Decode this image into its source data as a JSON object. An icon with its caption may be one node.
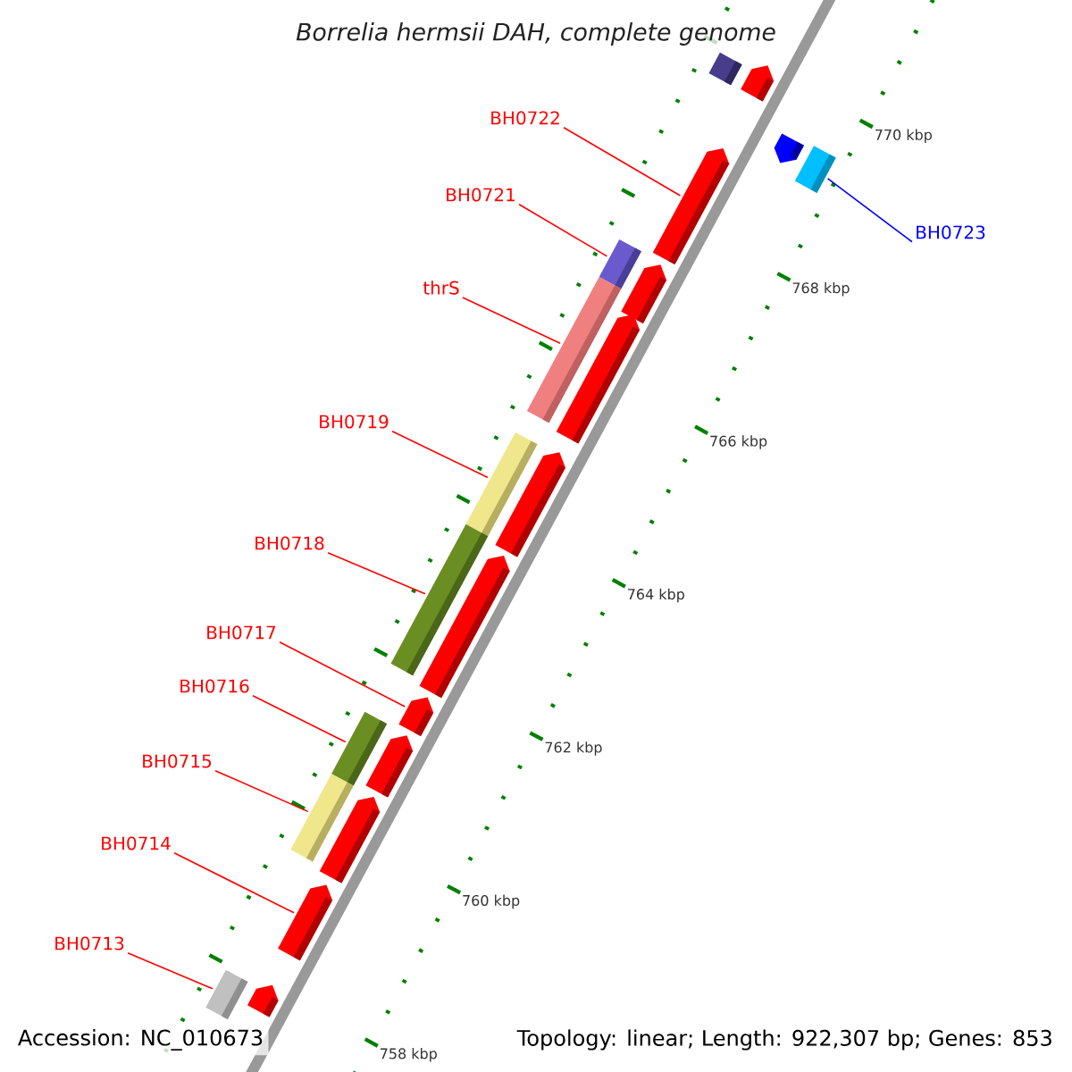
{
  "diagram": {
    "title": "Borrelia hermsii DAH, complete genome",
    "nodes": [
      {
        "text": [
          "BH0722"
        ]
      },
      {
        "text": [
          "BH0721"
        ]
      },
      {
        "text": [
          "BH0723"
        ]
      },
      {
        "text": [
          "thrS"
        ]
      },
      {
        "text": [
          "BH0719"
        ]
      },
      {
        "text": [
          "BH0718"
        ]
      },
      {
        "text": [
          "BH0717"
        ]
      },
      {
        "text": [
          "BH0716"
        ]
      },
      {
        "text": [
          "BH0715"
        ]
      },
      {
        "text": [
          "BH0714"
        ]
      },
      {
        "text": [
          "BH0713"
        ]
      },
      {
        "text": [],
        "shape": "pentagon"
      },
      {
        "text": [],
        "shape": "bar"
      },
      {
        "text": [],
        "shape": "pentagon"
      },
      {
        "text": [],
        "shape": "bar"
      },
      {
        "text": [],
        "shape": "pentagon"
      },
      {
        "text": [],
        "shape": "bar"
      },
      {
        "text": [],
        "shape": "pentagon"
      },
      {
        "text": [],
        "shape": "bar"
      },
      {
        "text": [],
        "shape": "pentagon"
      },
      {
        "text": [],
        "shape": "pentagon"
      },
      {
        "text": [],
        "shape": "bar"
      },
      {
        "text": [],
        "shape": "pentagon"
      },
      {
        "text": [],
        "shape": "bar"
      },
      {
        "text": [],
        "shape": "pentagon"
      },
      {
        "text": [],
        "shape": "bar"
      },
      {
        "text": [],
        "shape": "pentagon"
      },
      {
        "text": [],
        "shape": "bar"
      },
      {
        "text": [],
        "shape": "pentagon"
      },
      {
        "text": [],
        "shape": "pentagon"
      },
      {
        "text": [],
        "shape": "bar"
      },
      {
        "text": [],
        "shape": "pentagon"
      }
    ],
    "edges": [
      {
        "from": 0,
        "to": 15,
        "arrow": "none"
      },
      {
        "from": 1,
        "to": 16,
        "arrow": "none"
      },
      {
        "from": 2,
        "to": 14,
        "arrow": "none",
        "color": "#0000ff"
      },
      {
        "from": 3,
        "to": 18,
        "arrow": "none"
      },
      {
        "from": 4,
        "to": 21,
        "arrow": "none"
      },
      {
        "from": 5,
        "to": 23,
        "arrow": "none"
      },
      {
        "from": 6,
        "to": 24,
        "arrow": "none"
      },
      {
        "from": 7,
        "to": 25,
        "arrow": "none"
      },
      {
        "from": 8,
        "to": 27,
        "arrow": "none"
      },
      {
        "from": 9,
        "to": 29,
        "arrow": "none"
      },
      {
        "from": 10,
        "to": 30,
        "arrow": "none"
      }
    ],
    "labels": [
      "770 kbp",
      "768 kbp",
      "766 kbp",
      "764 kbp",
      "762 kbp",
      "760 kbp",
      "758 kbp",
      "Accession: NC_010673",
      "Topology: linear; Length: 922,307 bp; Genes: 853"
    ]
  }
}
